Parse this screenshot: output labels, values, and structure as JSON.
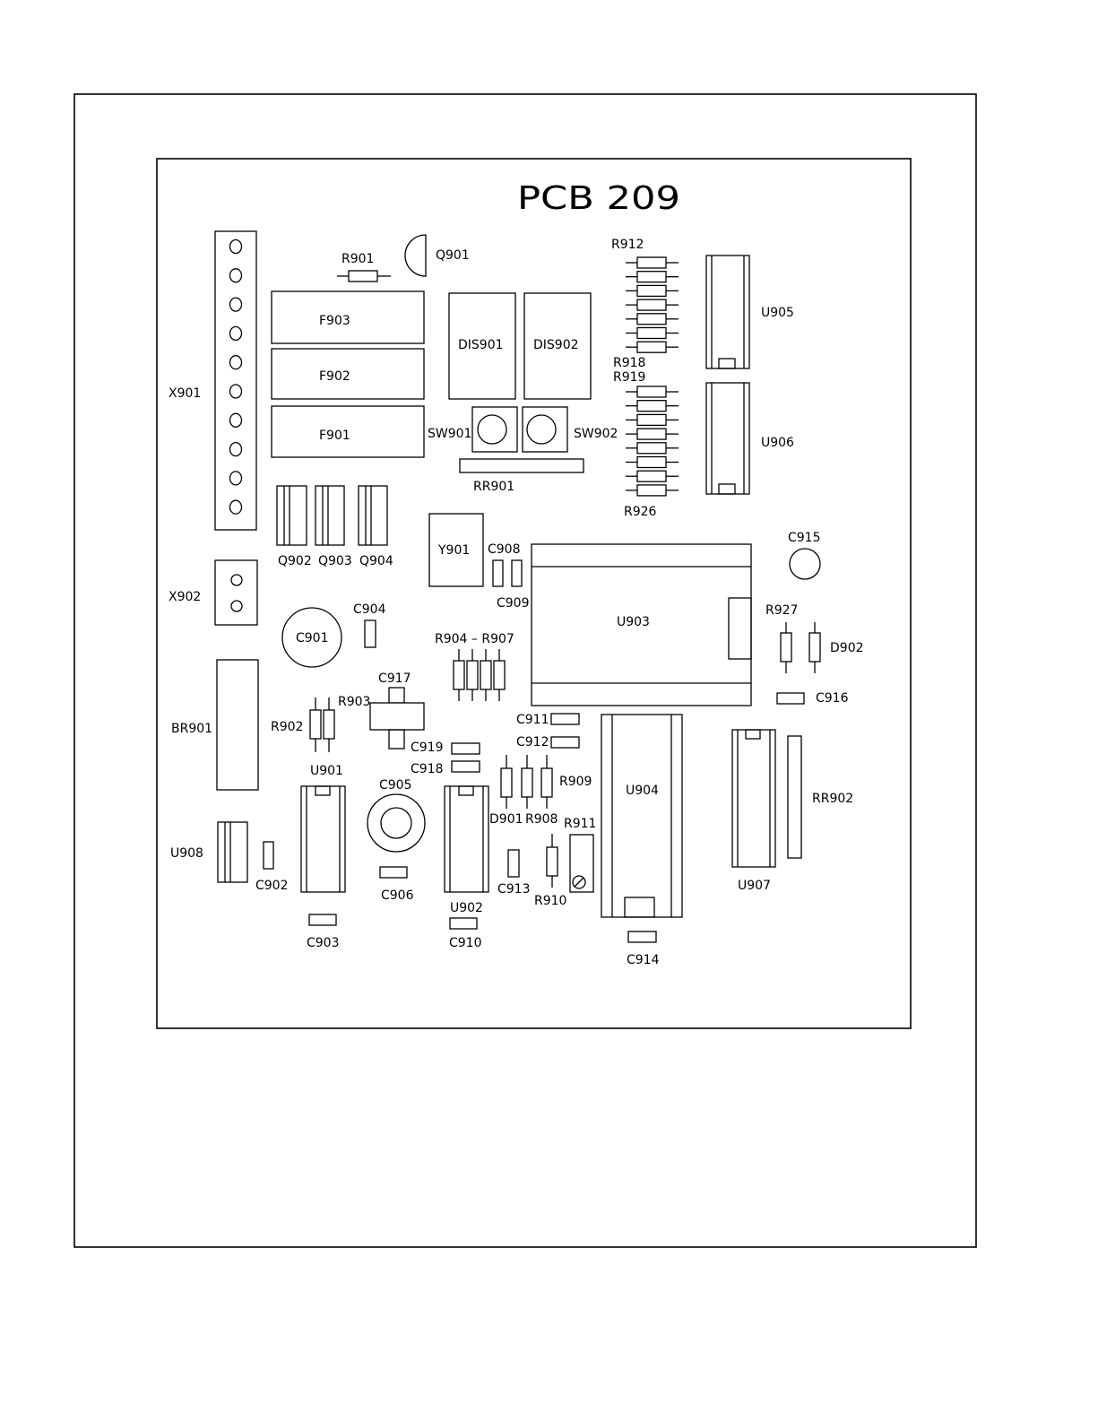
{
  "board": {
    "title": "PCB 209",
    "labels": {
      "R901": "R901",
      "Q901": "Q901",
      "F903": "F903",
      "F902": "F902",
      "F901": "F901",
      "DIS901": "DIS901",
      "DIS902": "DIS902",
      "SW901": "SW901",
      "SW902": "SW902",
      "RR901": "RR901",
      "R912": "R912",
      "R918": "R918",
      "R919": "R919",
      "R926": "R926",
      "U905": "U905",
      "U906": "U906",
      "X901": "X901",
      "X902": "X902",
      "Q902": "Q902",
      "Q903": "Q903",
      "Q904": "Q904",
      "Y901": "Y901",
      "C908": "C908",
      "C909": "C909",
      "C915": "C915",
      "U903": "U903",
      "C904": "C904",
      "C901": "C901",
      "R904_R907": "R904 – R907",
      "R927": "R927",
      "D902": "D902",
      "C916": "C916",
      "C917": "C917",
      "BR901": "BR901",
      "R902": "R902",
      "R903": "R903",
      "C919": "C919",
      "C918": "C918",
      "C911": "C911",
      "C912": "C912",
      "U901": "U901",
      "C905": "C905",
      "R909": "R909",
      "U904": "U904",
      "RR902": "RR902",
      "D901": "D901",
      "R908": "R908",
      "R911": "R911",
      "U908": "U908",
      "C902": "C902",
      "C906": "C906",
      "C913": "C913",
      "R910": "R910",
      "U907": "U907",
      "U902": "U902",
      "C903": "C903",
      "C910": "C910",
      "C914": "C914"
    }
  }
}
